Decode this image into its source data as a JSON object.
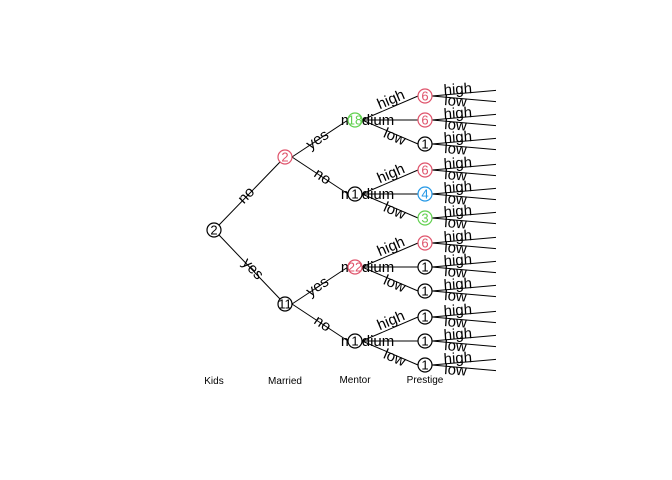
{
  "levels": [
    "Kids",
    "Married",
    "Mentor",
    "Prestige"
  ],
  "colors": {
    "default": "#000000",
    "pink": "#DF536B",
    "green": "#61D04F",
    "blue": "#2297E6"
  },
  "tree": {
    "label": "2",
    "color": "default",
    "children": [
      {
        "edge": "no",
        "label": "2",
        "color": "pink",
        "children": [
          {
            "edge": "yes",
            "label": "18",
            "color": "green",
            "children": [
              {
                "edge": "high",
                "label": "6",
                "color": "pink",
                "leaves": [
                  "high",
                  "low"
                ]
              },
              {
                "edge": "medium",
                "label": "6",
                "color": "pink",
                "leaves": [
                  "high",
                  "low"
                ]
              },
              {
                "edge": "low",
                "label": "1",
                "color": "default",
                "leaves": [
                  "high",
                  "low"
                ]
              }
            ]
          },
          {
            "edge": "no",
            "label": "1",
            "color": "default",
            "children": [
              {
                "edge": "high",
                "label": "6",
                "color": "pink",
                "leaves": [
                  "high",
                  "low"
                ]
              },
              {
                "edge": "medium",
                "label": "4",
                "color": "blue",
                "leaves": [
                  "high",
                  "low"
                ]
              },
              {
                "edge": "low",
                "label": "3",
                "color": "green",
                "leaves": [
                  "high",
                  "low"
                ]
              }
            ]
          }
        ]
      },
      {
        "edge": "yes",
        "label": "11",
        "color": "default",
        "children": [
          {
            "edge": "yes",
            "label": "22",
            "color": "pink",
            "children": [
              {
                "edge": "high",
                "label": "6",
                "color": "pink",
                "leaves": [
                  "high",
                  "low"
                ]
              },
              {
                "edge": "medium",
                "label": "1",
                "color": "default",
                "leaves": [
                  "high",
                  "low"
                ]
              },
              {
                "edge": "low",
                "label": "1",
                "color": "default",
                "leaves": [
                  "high",
                  "low"
                ]
              }
            ]
          },
          {
            "edge": "no",
            "label": "1",
            "color": "default",
            "children": [
              {
                "edge": "high",
                "label": "1",
                "color": "default",
                "leaves": [
                  "high",
                  "low"
                ]
              },
              {
                "edge": "medium",
                "label": "1",
                "color": "default",
                "leaves": [
                  "high",
                  "low"
                ]
              },
              {
                "edge": "low",
                "label": "1",
                "color": "default",
                "leaves": [
                  "high",
                  "low"
                ]
              }
            ]
          }
        ]
      }
    ]
  }
}
